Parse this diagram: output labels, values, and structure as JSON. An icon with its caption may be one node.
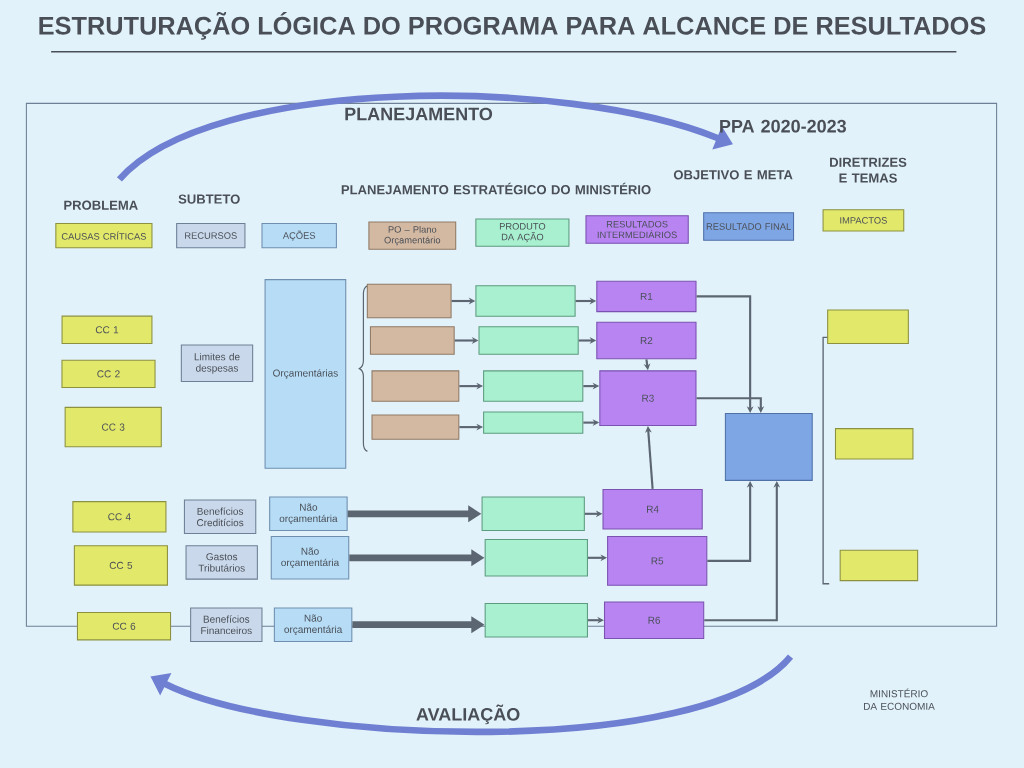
{
  "diagram": {
    "title": "ESTRUTURAÇÃO LÓGICA DO PROGRAMA PARA ALCANCE DE RESULTADOS",
    "nodes": [
      {
        "text": [
          "CAUSAS CRÍTICAS"
        ]
      },
      {
        "text": [
          "RECURSOS"
        ]
      },
      {
        "text": [
          "AÇÕES"
        ]
      },
      {
        "text": [
          "PO – Plano Orçamentário"
        ]
      },
      {
        "text": [
          "PRODUTO DA AÇÃO"
        ]
      },
      {
        "text": [
          "RESULTADOS INTERMEDIÁRIOS"
        ]
      },
      {
        "text": [
          "RESULTADO FINAL"
        ]
      },
      {
        "text": [
          "IMPACTOS"
        ]
      },
      {
        "text": [
          "CC 1"
        ]
      },
      {
        "text": [
          "CC 2"
        ]
      },
      {
        "text": [
          "CC 3"
        ]
      },
      {
        "text": [
          "Limites de despesas"
        ]
      },
      {
        "text": [
          "Orçamentárias"
        ]
      },
      {
        "text": [],
        "shape": "box"
      },
      {
        "text": [],
        "shape": "box"
      },
      {
        "text": [],
        "shape": "box"
      },
      {
        "text": [],
        "shape": "box"
      },
      {
        "text": [],
        "shape": "box"
      },
      {
        "text": [],
        "shape": "box"
      },
      {
        "text": [],
        "shape": "box"
      },
      {
        "text": [],
        "shape": "box"
      },
      {
        "text": [
          "R1"
        ]
      },
      {
        "text": [
          "R2"
        ]
      },
      {
        "text": [
          "R3"
        ]
      },
      {
        "text": [],
        "shape": "box"
      },
      {
        "text": [],
        "shape": "box"
      },
      {
        "text": [],
        "shape": "box"
      },
      {
        "text": [],
        "shape": "box"
      },
      {
        "text": [
          "CC 4"
        ]
      },
      {
        "text": [
          "Benefícios Creditícios"
        ]
      },
      {
        "text": [
          "Não orçamentária"
        ]
      },
      {
        "text": [],
        "shape": "box"
      },
      {
        "text": [
          "R4"
        ]
      },
      {
        "text": [
          "CC 5"
        ]
      },
      {
        "text": [
          "Gastos Tributários"
        ]
      },
      {
        "text": [
          "Não orçamentária"
        ]
      },
      {
        "text": [],
        "shape": "box"
      },
      {
        "text": [
          "R5"
        ]
      },
      {
        "text": [
          "CC 6"
        ]
      },
      {
        "text": [
          "Benefícios Financeiros"
        ]
      },
      {
        "text": [
          "Não orçamentária"
        ]
      },
      {
        "text": [],
        "shape": "box"
      },
      {
        "text": [
          "R6"
        ]
      }
    ],
    "edges": [
      {
        "from": 13,
        "to": 17,
        "arrow": "to"
      },
      {
        "from": 14,
        "to": 18,
        "arrow": "to"
      },
      {
        "from": 15,
        "to": 19,
        "arrow": "to"
      },
      {
        "from": 16,
        "to": 20,
        "arrow": "to"
      },
      {
        "from": 17,
        "to": 21,
        "arrow": "to"
      },
      {
        "from": 18,
        "to": 22,
        "arrow": "to"
      },
      {
        "from": 19,
        "to": 23,
        "arrow": "to"
      },
      {
        "from": 20,
        "to": 23,
        "arrow": "to"
      },
      {
        "from": 22,
        "to": 23,
        "arrow": "to"
      },
      {
        "from": 32,
        "to": 23,
        "arrow": "to"
      },
      {
        "from": 21,
        "to": 24,
        "arrow": "to"
      },
      {
        "from": 23,
        "to": 24,
        "arrow": "to"
      },
      {
        "from": 37,
        "to": 24,
        "arrow": "to"
      },
      {
        "from": 42,
        "to": 24,
        "arrow": "to"
      },
      {
        "from": 30,
        "to": 31,
        "arrow": "to",
        "style": "thick"
      },
      {
        "from": 35,
        "to": 36,
        "arrow": "to",
        "style": "thick"
      },
      {
        "from": 40,
        "to": 41,
        "arrow": "to",
        "style": "thick"
      },
      {
        "from": 31,
        "to": 32,
        "arrow": "to"
      },
      {
        "from": 36,
        "to": 37,
        "arrow": "to"
      },
      {
        "from": 41,
        "to": 42,
        "arrow": "to"
      }
    ],
    "labels": [
      "PPA 2020-2023",
      "PLANEJAMENTO",
      "DIRETRIZES E TEMAS",
      "OBJETIVO E META",
      "PLANEJAMENTO ESTRATÉGICO DO MINISTÉRIO",
      "PROBLEMA",
      "SUBTETO",
      "AVALIAÇÃO",
      "MINISTÉRIO DA ECONOMIA"
    ]
  }
}
